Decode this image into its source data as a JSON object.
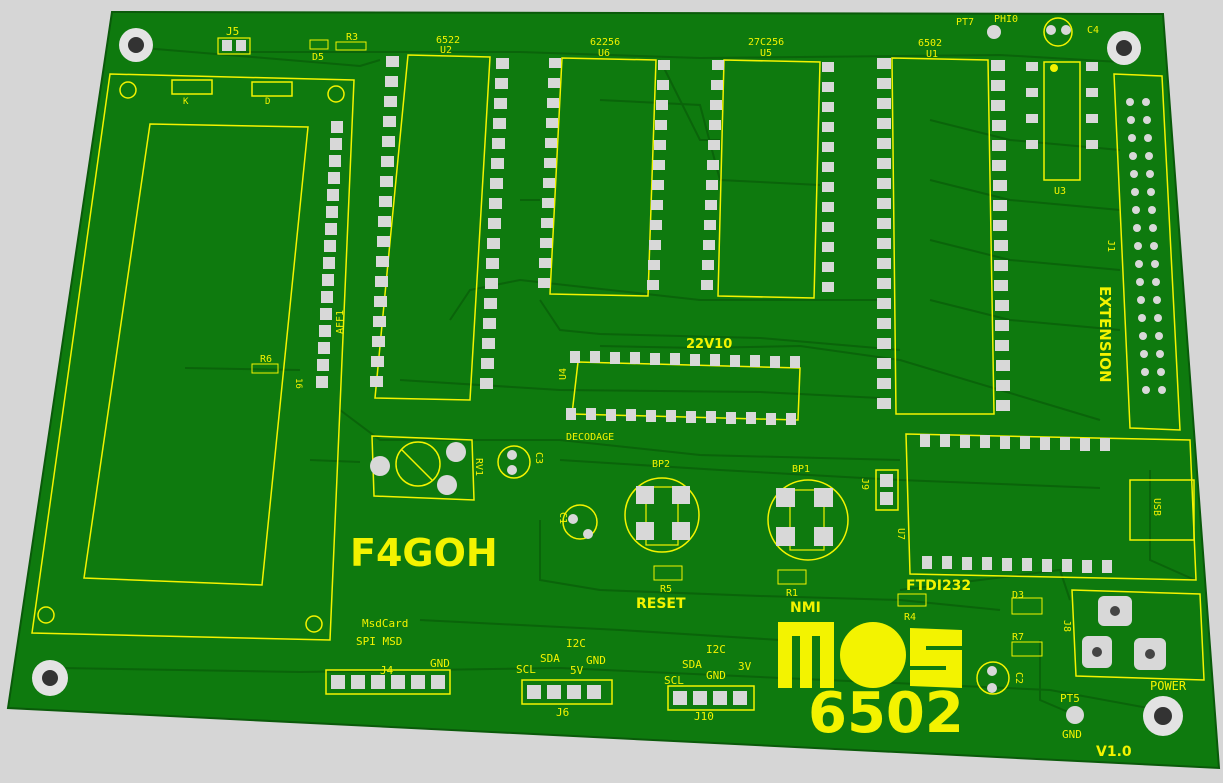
{
  "board": {
    "colors": {
      "board": "#0e7a0e",
      "copper": "#0a640a",
      "silk": "#f3f300",
      "pad": "#d8d8d8",
      "background": "#d6d6d6"
    },
    "labels": {
      "j5": "J5",
      "d5": "D5",
      "r3": "R3",
      "u2_part": "6522",
      "u2": "U2",
      "u6_part": "62256",
      "u6": "U6",
      "u5_part": "27C256",
      "u5": "U5",
      "u1_part": "6502",
      "u1": "U1",
      "pt7": "PT7",
      "phi0": "PHI0",
      "c4": "C4",
      "u3": "U3",
      "j1": "J1",
      "extension": "EXTENSION",
      "aff1": "AFF1",
      "lcd_k": "K",
      "lcd_d": "D",
      "r6": "R6",
      "pin16": "16",
      "pal_part": "22V10",
      "u4": "U4",
      "decodage": "DECODAGE",
      "rv1": "RV1",
      "c3": "C3",
      "bp2": "BP2",
      "bp1": "BP1",
      "j9": "J9",
      "usb": "USB",
      "u7": "U7",
      "c1": "C1",
      "callsign": "F4GOH",
      "r5": "R5",
      "reset": "RESET",
      "r1": "R1",
      "nmi": "NMI",
      "r4": "R4",
      "ftdi": "FTDI232",
      "d3": "D3",
      "r7": "R7",
      "j8": "J8",
      "c2": "C2",
      "power": "POWER",
      "msdcard": "MsdCard",
      "spi_msd": "SPI MSD",
      "j4_gnd": "GND",
      "j4": "J4",
      "j6_i2c": "I2C",
      "j6_sda": "SDA",
      "j6_gnd": "GND",
      "j6_scl": "SCL",
      "j6_5v": "5V",
      "j6": "J6",
      "j10_i2c": "I2C",
      "j10_sda": "SDA",
      "j10_3v": "3V",
      "j10_scl": "SCL",
      "j10_gnd": "GND",
      "j10": "J10",
      "pt5": "PT5",
      "pt5_gnd": "GND",
      "version": "V1.0",
      "logo_mos": "MOS",
      "logo_6502": "6502"
    }
  }
}
